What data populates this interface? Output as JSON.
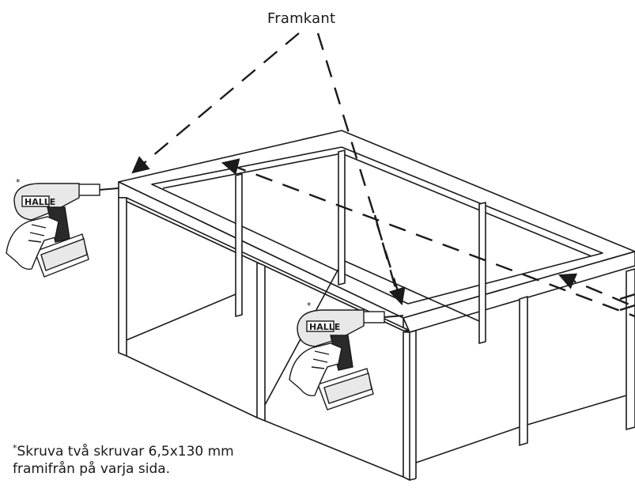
{
  "title": "Framkant",
  "drill_brand": "HALLE",
  "asterisk": "*",
  "footnote": {
    "line1": "Skruva två skruvar 6,5x130 mm",
    "line2": "framifrån på varja sida."
  },
  "colors": {
    "line": "#1a1a1a",
    "background": "#ffffff",
    "drill_body": "#e8e8e8",
    "drill_dark": "#2a2a2a"
  },
  "icons": [
    "drill-icon",
    "hand-icon",
    "arrow-icon"
  ]
}
